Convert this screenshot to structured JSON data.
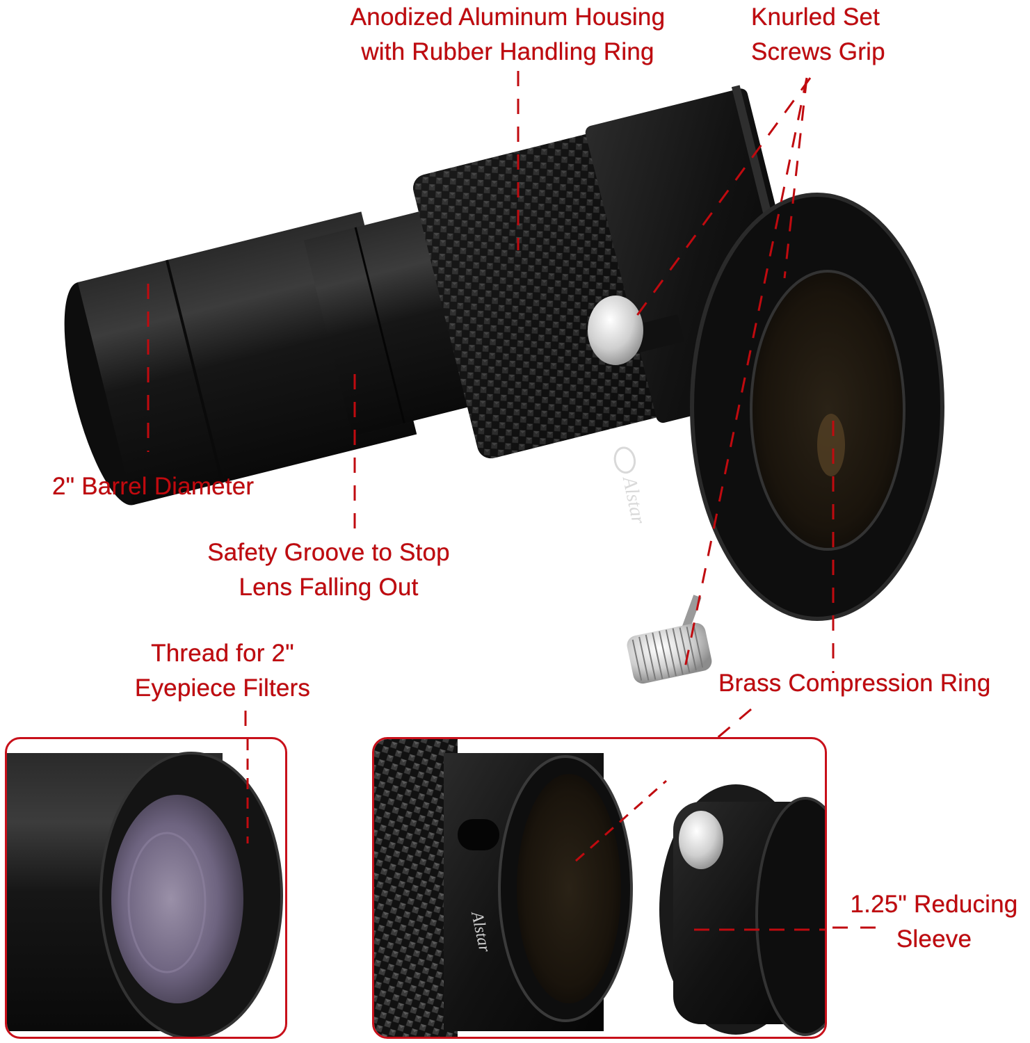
{
  "product": {
    "brand_logo_text": "Alstar",
    "colors": {
      "label_red": "#c00a0f",
      "frame_red": "#c8101a",
      "body_black": "#141414",
      "knurl_dark": "#1e1e1e",
      "screw_silver": "#d8d8d8",
      "lens_purple": "#6e6480",
      "brass": "#8a6a3a",
      "background": "#ffffff"
    }
  },
  "callouts": {
    "housing": {
      "line1": "Anodized Aluminum Housing",
      "line2": "with Rubber Handling Ring"
    },
    "knurled": {
      "line1": "Knurled Set",
      "line2": "Screws Grip"
    },
    "barrel": {
      "line1": "2\" Barrel Diameter"
    },
    "groove": {
      "line1": "Safety Groove to Stop",
      "line2": "Lens Falling Out"
    },
    "thread": {
      "line1": "Thread for 2\"",
      "line2": "Eyepiece Filters"
    },
    "brass": {
      "line1": "Brass Compression Ring"
    },
    "sleeve": {
      "line1": "1.25\" Reducing",
      "line2": "Sleeve"
    }
  }
}
